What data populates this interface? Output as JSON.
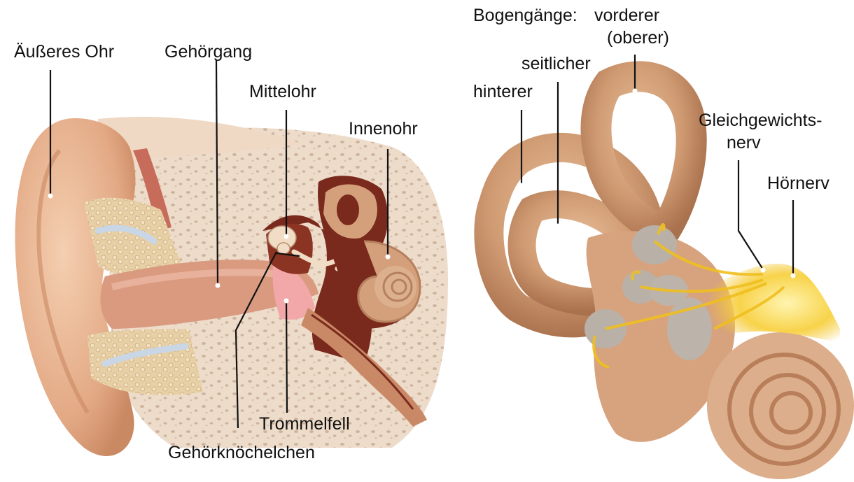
{
  "left_diagram": {
    "labels": {
      "outer_ear": "Äußeres Ohr",
      "ear_canal": "Gehörgang",
      "middle_ear": "Mittelohr",
      "inner_ear": "Innenohr",
      "eardrum": "Trommelfell",
      "ossicles": "Gehörknöchelchen"
    }
  },
  "right_diagram": {
    "labels": {
      "semicircular_canals": "Bogengänge:",
      "anterior_line1": "vorderer",
      "anterior_line2": "(oberer)",
      "lateral": "seitlicher",
      "posterior": "hinterer",
      "vestibular_nerve_line1": "Gleichgewichts-",
      "vestibular_nerve_line2": "nerv",
      "auditory_nerve": "Hörnerv"
    }
  },
  "colors": {
    "skin": "#e8b48e",
    "skin_dark": "#c98962",
    "bone": "#eedccb",
    "bone_spots": "#c9b19c",
    "cavity": "#7a2a1c",
    "inner_ear": "#d4a07c",
    "canal_pink": "#f2a8a8",
    "nerve": "#f2c22a",
    "ampulla": "#b9b0a8",
    "leader": "#111111"
  }
}
